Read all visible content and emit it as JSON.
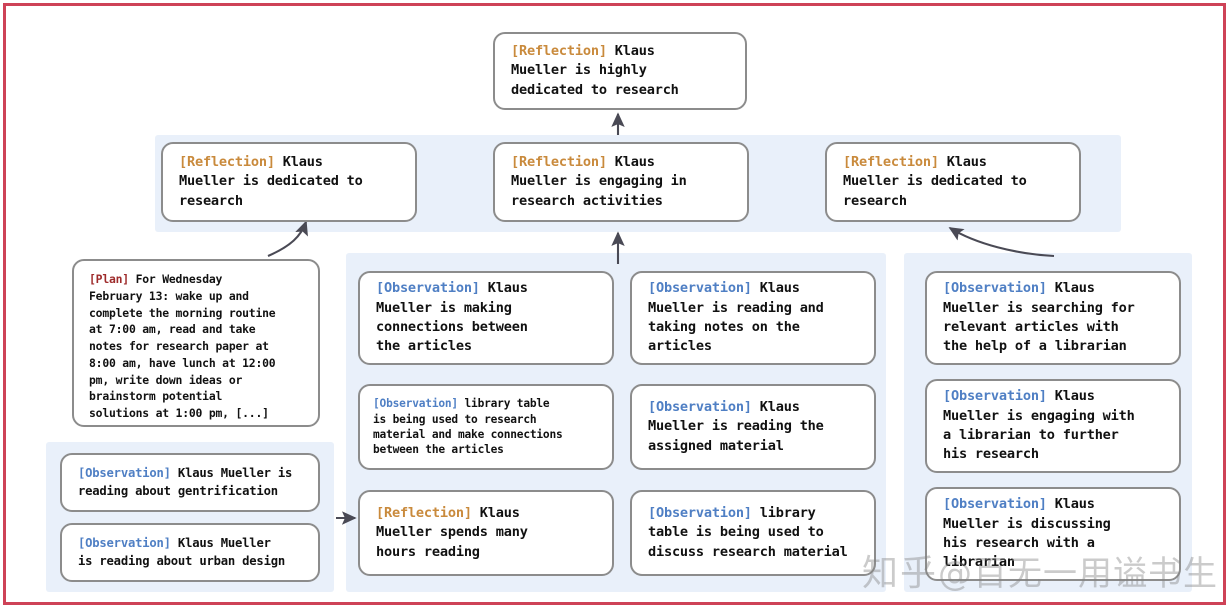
{
  "frame": {
    "border_color": "#ce4257",
    "background": "#ffffff"
  },
  "palette": {
    "panel_blue": "#e9f0fa",
    "node_border": "#8c8c8c",
    "node_fill": "#ffffff",
    "tag_reflection": "#c98a3c",
    "tag_observation": "#4f7fc4",
    "tag_plan": "#9e2b2b",
    "arrow": "#4a4a55",
    "watermark": "#828282"
  },
  "labels": {
    "reflection": "[Reflection]",
    "observation": "[Observation]",
    "plan": "[Plan]"
  },
  "nodes": {
    "root": {
      "tag": "[Reflection]",
      "text": " Klaus\nMueller is highly\ndedicated to research"
    },
    "mid_left": {
      "tag": "[Reflection]",
      "text": " Klaus\nMueller is dedicated to\nresearch"
    },
    "mid_center": {
      "tag": "[Reflection]",
      "text": " Klaus\nMueller is engaging in\nresearch activities"
    },
    "mid_right": {
      "tag": "[Reflection]",
      "text": " Klaus\nMueller is dedicated to\nresearch"
    },
    "plan": {
      "tag": "[Plan]",
      "text": " For Wednesday\nFebruary 13: wake up and\ncomplete the morning routine\nat 7:00 am, read and take\nnotes for research paper at\n8:00 am, have lunch at 12:00\npm, write down ideas or\nbrainstorm potential\nsolutions at 1:00 pm, [...]"
    },
    "left_obs_1": {
      "tag": "[Observation]",
      "text": " Klaus Mueller is\nreading about gentrification"
    },
    "left_obs_2": {
      "tag": "[Observation]",
      "text": " Klaus Mueller\nis reading about urban design"
    },
    "col1_1": {
      "tag": "[Observation]",
      "text": " Klaus\nMueller is making\nconnections between\nthe articles"
    },
    "col1_2": {
      "tag": "[Observation]",
      "text": " library table\nis being used to research\nmaterial and make connections\nbetween the articles"
    },
    "col1_3": {
      "tag": "[Reflection]",
      "text": " Klaus\nMueller spends many\nhours reading"
    },
    "col2_1": {
      "tag": "[Observation]",
      "text": " Klaus\nMueller is reading and\ntaking notes on the\narticles"
    },
    "col2_2": {
      "tag": "[Observation]",
      "text": " Klaus\nMueller is reading the\nassigned material"
    },
    "col2_3": {
      "tag": "[Observation]",
      "text": " library\ntable is being used to\ndiscuss research material"
    },
    "col3_1": {
      "tag": "[Observation]",
      "text": " Klaus\nMueller is searching for\nrelevant articles with\nthe help of a librarian"
    },
    "col3_2": {
      "tag": "[Observation]",
      "text": " Klaus\nMueller is engaging with\na librarian to further\nhis research"
    },
    "col3_3": {
      "tag": "[Observation]",
      "text": " Klaus\nMueller is discussing\nhis research with a\nlibrarian"
    }
  },
  "watermark": {
    "logo": "知乎",
    "handle": "@百无一用谥书生"
  }
}
